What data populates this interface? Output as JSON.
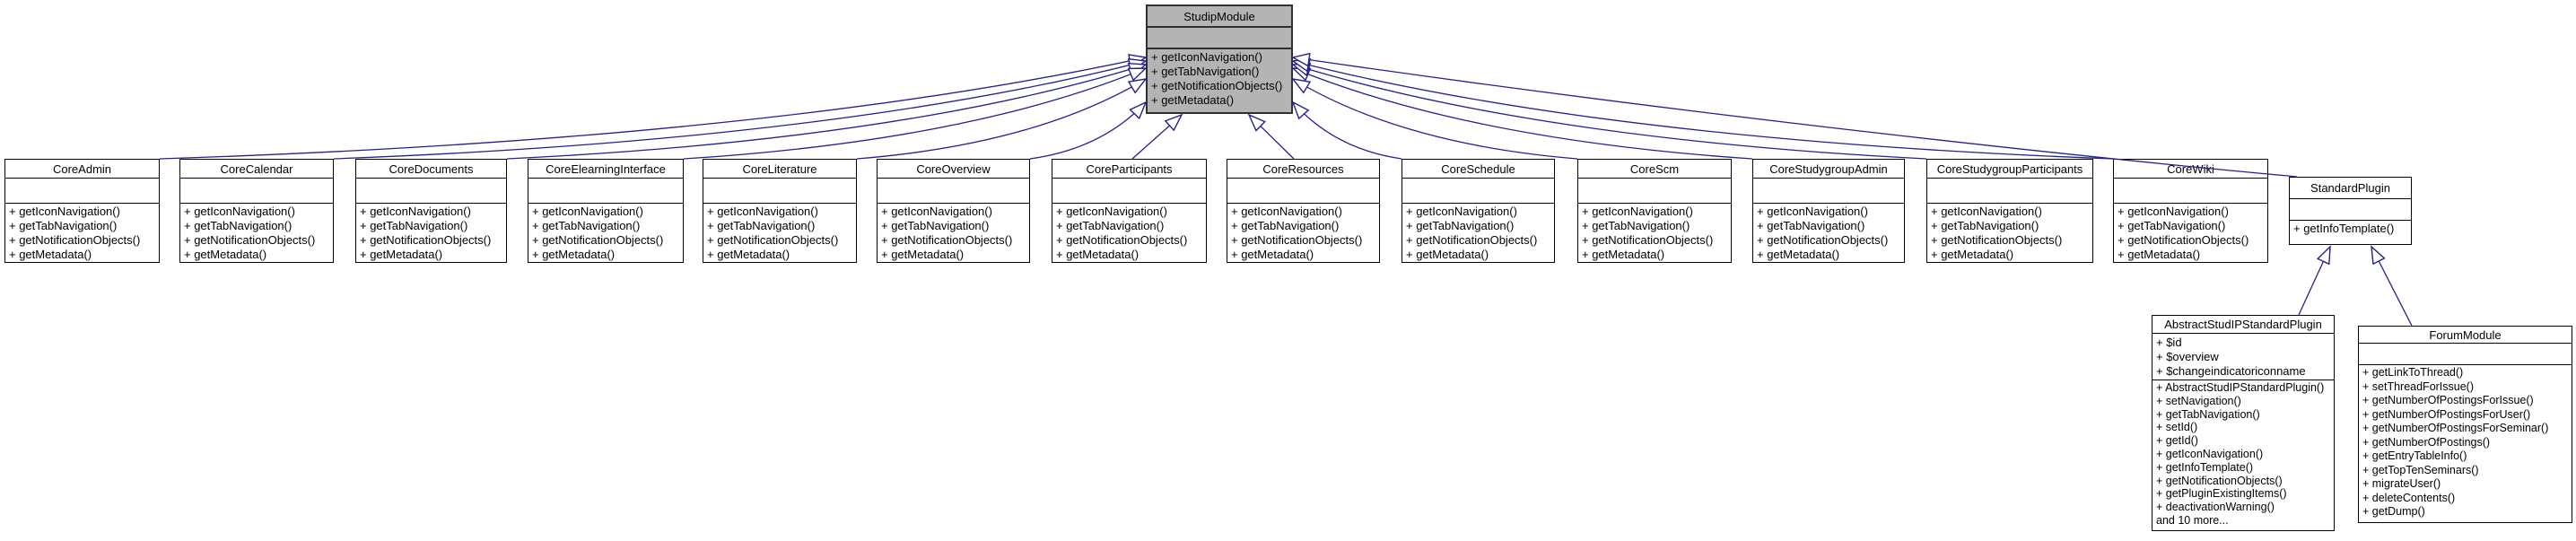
{
  "diagram": {
    "type": "uml-class-inheritance",
    "root_class": "StudipModule",
    "colors": {
      "edge": "#21218f",
      "root_fill": "#b4b4b4",
      "node_fill": "#ffffff",
      "node_border": "#000000"
    }
  },
  "classes": [
    {
      "name": "StudipModule",
      "attributes": [],
      "methods": [
        "+ getIconNavigation()",
        "+ getTabNavigation()",
        "+ getNotificationObjects()",
        "+ getMetadata()"
      ]
    },
    {
      "name": "CoreAdmin",
      "attributes": [],
      "methods": [
        "+ getIconNavigation()",
        "+ getTabNavigation()",
        "+ getNotificationObjects()",
        "+ getMetadata()"
      ]
    },
    {
      "name": "CoreCalendar",
      "attributes": [],
      "methods": [
        "+ getIconNavigation()",
        "+ getTabNavigation()",
        "+ getNotificationObjects()",
        "+ getMetadata()"
      ]
    },
    {
      "name": "CoreDocuments",
      "attributes": [],
      "methods": [
        "+ getIconNavigation()",
        "+ getTabNavigation()",
        "+ getNotificationObjects()",
        "+ getMetadata()"
      ]
    },
    {
      "name": "CoreElearningInterface",
      "attributes": [],
      "methods": [
        "+ getIconNavigation()",
        "+ getTabNavigation()",
        "+ getNotificationObjects()",
        "+ getMetadata()"
      ]
    },
    {
      "name": "CoreLiterature",
      "attributes": [],
      "methods": [
        "+ getIconNavigation()",
        "+ getTabNavigation()",
        "+ getNotificationObjects()",
        "+ getMetadata()"
      ]
    },
    {
      "name": "CoreOverview",
      "attributes": [],
      "methods": [
        "+ getIconNavigation()",
        "+ getTabNavigation()",
        "+ getNotificationObjects()",
        "+ getMetadata()"
      ]
    },
    {
      "name": "CoreParticipants",
      "attributes": [],
      "methods": [
        "+ getIconNavigation()",
        "+ getTabNavigation()",
        "+ getNotificationObjects()",
        "+ getMetadata()"
      ]
    },
    {
      "name": "CoreResources",
      "attributes": [],
      "methods": [
        "+ getIconNavigation()",
        "+ getTabNavigation()",
        "+ getNotificationObjects()",
        "+ getMetadata()"
      ]
    },
    {
      "name": "CoreSchedule",
      "attributes": [],
      "methods": [
        "+ getIconNavigation()",
        "+ getTabNavigation()",
        "+ getNotificationObjects()",
        "+ getMetadata()"
      ]
    },
    {
      "name": "CoreScm",
      "attributes": [],
      "methods": [
        "+ getIconNavigation()",
        "+ getTabNavigation()",
        "+ getNotificationObjects()",
        "+ getMetadata()"
      ]
    },
    {
      "name": "CoreStudygroupAdmin",
      "attributes": [],
      "methods": [
        "+ getIconNavigation()",
        "+ getTabNavigation()",
        "+ getNotificationObjects()",
        "+ getMetadata()"
      ]
    },
    {
      "name": "CoreStudygroupParticipants",
      "attributes": [],
      "methods": [
        "+ getIconNavigation()",
        "+ getTabNavigation()",
        "+ getNotificationObjects()",
        "+ getMetadata()"
      ]
    },
    {
      "name": "CoreWiki",
      "attributes": [],
      "methods": [
        "+ getIconNavigation()",
        "+ getTabNavigation()",
        "+ getNotificationObjects()",
        "+ getMetadata()"
      ]
    },
    {
      "name": "StandardPlugin",
      "attributes": [],
      "methods": [
        "+ getInfoTemplate()"
      ]
    },
    {
      "name": "AbstractStudIPStandardPlugin",
      "attributes": [
        "+ $id",
        "+ $overview",
        "+ $changeindicatoriconname"
      ],
      "methods": [
        "+ AbstractStudIPStandardPlugin()",
        "+ setNavigation()",
        "+ getTabNavigation()",
        "+ setId()",
        "+ getId()",
        "+ getIconNavigation()",
        "+ getInfoTemplate()",
        "+ getNotificationObjects()",
        "+ getPluginExistingItems()",
        "+ deactivationWarning()",
        "and 10 more..."
      ]
    },
    {
      "name": "ForumModule",
      "attributes": [],
      "methods": [
        "+ getLinkToThread()",
        "+ setThreadForIssue()",
        "+ getNumberOfPostingsForIssue()",
        "+ getNumberOfPostingsForUser()",
        "+ getNumberOfPostingsForSeminar()",
        "+ getNumberOfPostings()",
        "+ getEntryTableInfo()",
        "+ getTopTenSeminars()",
        "+ migrateUser()",
        "+ deleteContents()",
        "+ getDump()"
      ]
    }
  ],
  "relations": [
    {
      "child": "CoreAdmin",
      "parent": "StudipModule"
    },
    {
      "child": "CoreCalendar",
      "parent": "StudipModule"
    },
    {
      "child": "CoreDocuments",
      "parent": "StudipModule"
    },
    {
      "child": "CoreElearningInterface",
      "parent": "StudipModule"
    },
    {
      "child": "CoreLiterature",
      "parent": "StudipModule"
    },
    {
      "child": "CoreOverview",
      "parent": "StudipModule"
    },
    {
      "child": "CoreParticipants",
      "parent": "StudipModule"
    },
    {
      "child": "CoreResources",
      "parent": "StudipModule"
    },
    {
      "child": "CoreSchedule",
      "parent": "StudipModule"
    },
    {
      "child": "CoreScm",
      "parent": "StudipModule"
    },
    {
      "child": "CoreStudygroupAdmin",
      "parent": "StudipModule"
    },
    {
      "child": "CoreStudygroupParticipants",
      "parent": "StudipModule"
    },
    {
      "child": "CoreWiki",
      "parent": "StudipModule"
    },
    {
      "child": "StandardPlugin",
      "parent": "StudipModule"
    },
    {
      "child": "AbstractStudIPStandardPlugin",
      "parent": "StandardPlugin"
    },
    {
      "child": "ForumModule",
      "parent": "StandardPlugin"
    }
  ]
}
